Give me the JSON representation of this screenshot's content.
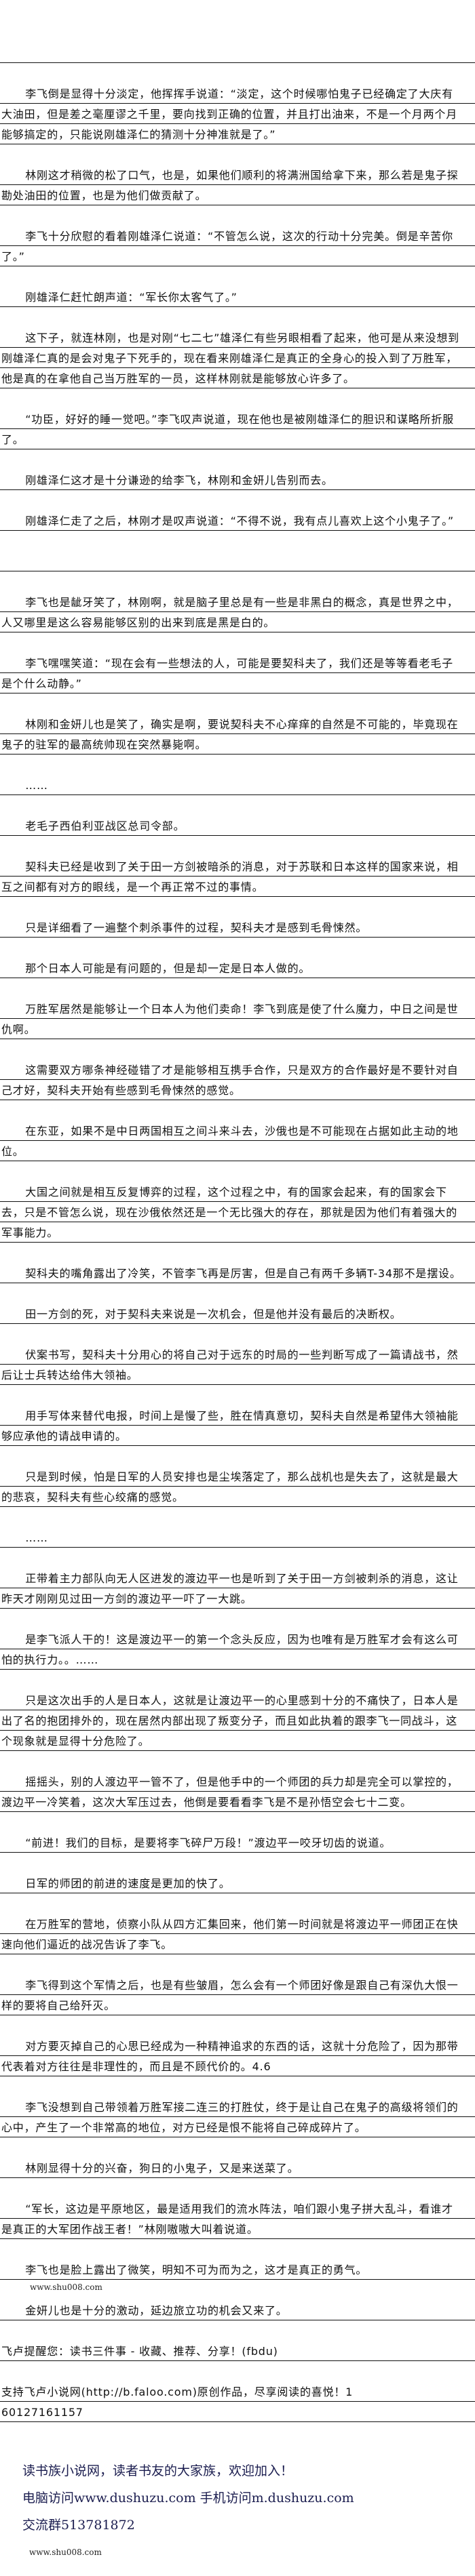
{
  "paragraphs": [
    "李飞倒是显得十分淡定，他挥挥手说道：“淡定，这个时候哪怕鬼子已经确定了大庆有大油田，但是差之毫厘谬之千里，要向找到正确的位置，并且打出油来，不是一个月两个月能够搞定的，只能说刚雄泽仁的猜测十分神准就是了。”",
    "林刚这才稍微的松了口气，也是，如果他们顺利的将满洲国给拿下来，那么若是鬼子探勘处油田的位置，也是为他们做贡献了。",
    "李飞十分欣慰的看着刚雄泽仁说道：“不管怎么说，这次的行动十分完美。倒是辛苦你了。”",
    "刚雄泽仁赶忙朗声道：“军长你太客气了。”",
    "这下子，就连林刚，也是对刚“七二七”雄泽仁有些另眼相看了起来，他可是从来没想到刚雄泽仁真的是会对鬼子下死手的，现在看来刚雄泽仁是真正的全身心的投入到了万胜军，他是真的在拿他自己当万胜军的一员，这样林刚就是能够放心许多了。",
    "“功臣，好好的睡一觉吧。”李飞叹声说道，现在他也是被刚雄泽仁的胆识和谋略所折服了。",
    "刚雄泽仁这才是十分谦逊的给李飞，林刚和金妍儿告别而去。",
    "刚雄泽仁走了之后，林刚才是叹声说道：“不得不说，我有点儿喜欢上这个小鬼子了。”",
    "",
    "李飞也是龇牙笑了，林刚啊，就是脑子里总是有一些是非黑白的概念，真是世界之中，人又哪里是这么容易能够区别的出来到底是黑是白的。",
    "李飞嘿嘿笑道：“现在会有一些想法的人，可能是要契科夫了，我们还是等等看老毛子是个什么动静。”",
    "林刚和金妍儿也是笑了，确实是啊，要说契科夫不心痒痒的自然是不可能的，毕竟现在鬼子的驻军的最高统帅现在突然暴毙啊。",
    "……",
    "老毛子西伯利亚战区总司令部。",
    "契科夫已经是收到了关于田一方剑被暗杀的消息，对于苏联和日本这样的国家来说，相互之间都有对方的眼线，是一个再正常不过的事情。",
    "只是详细看了一遍整个刺杀事件的过程，契科夫才是感到毛骨悚然。",
    "那个日本人可能是有问题的，但是却一定是日本人做的。",
    "万胜军居然是能够让一个日本人为他们卖命！李飞到底是使了什么魔力，中日之间是世仇啊。",
    "这需要双方哪条神经碰错了才是能够相互携手合作，只是双方的合作最好是不要针对自己才好，契科夫开始有些感到毛骨悚然的感觉。",
    "在东亚，如果不是中日两国相互之间斗来斗去，沙俄也是不可能现在占据如此主动的地位。",
    "大国之间就是相互反复博弈的过程，这个过程之中，有的国家会起来，有的国家会下去，只是不管怎么说，现在沙俄依然还是一个无比强大的存在，那就是因为他们有着强大的军事能力。",
    "契科夫的嘴角露出了冷笑，不管李飞再是厉害，但是自己有两千多辆T-34那不是摆设。",
    "田一方剑的死，对于契科夫来说是一次机会，但是他并没有最后的决断权。",
    "伏案书写，契科夫十分用心的将自己对于远东的时局的一些判断写成了一篇请战书，然后让士兵转达给伟大领袖。",
    "用手写体来替代电报，时间上是慢了些，胜在情真意切，契科夫自然是希望伟大领袖能够应承他的请战申请的。",
    "只是到时候，怕是日军的人员安排也是尘埃落定了，那么战机也是失去了，这就是最大的悲哀，契科夫有些心绞痛的感觉。",
    "……",
    "正带着主力部队向无人区进发的渡边平一也是听到了关于田一方剑被刺杀的消息，这让昨天才刚刚见过田一方剑的渡边平一吓了一大跳。",
    "是李飞派人干的！这是渡边平一的第一个念头反应，因为也唯有是万胜军才会有这么可怕的执行力。。……",
    "只是这次出手的人是日本人，这就是让渡边平一的心里感到十分的不痛快了，日本人是出了名的抱团排外的，现在居然内部出现了叛变分子，而且如此执着的跟李飞一同战斗，这个现象就是显得十分危险了。",
    "摇摇头，别的人渡边平一管不了，但是他手中的一个师团的兵力却是完全可以掌控的，渡边平一冷笑着，这次大军压过去，他倒是要看看李飞是不是孙悟空会七十二变。",
    "“前进！我们的目标，是要将李飞碎尸万段！”渡边平一咬牙切齿的说道。",
    "日军的师团的前进的速度是更加的快了。",
    "在万胜军的营地，侦察小队从四方汇集回来，他们第一时间就是将渡边平一师团正在快速向他们逼近的战况告诉了李飞。",
    "李飞得到这个军情之后，也是有些皱眉，怎么会有一个师团好像是跟自己有深仇大恨一样的要将自己给歼灭。",
    "对方要灭掉自己的心思已经成为一种精神追求的东西的话，这就十分危险了，因为那带代表着对方往往是非理性的，而且是不顾代价的。4.6",
    "李飞没想到自己带领着万胜军接二连三的打胜仗，终于是让自己在鬼子的高级将领们的心中，产生了一个非常高的地位，对方已经是恨不能将自己碎成碎片了。",
    "林刚显得十分的兴奋，狗日的小鬼子，又是来送菜了。",
    "“军长，这边是平原地区，最是适用我们的流水阵法，咱们跟小鬼子拼大乱斗，看谁才是真正的大军团作战王者！”林刚嗷嗷大叫着说道。",
    "李飞也是脸上露出了微笑，明知不可为而为之，这才是真正的勇气。"
  ],
  "inline_watermark": "www.shu008.com",
  "last_paragraph": "金妍儿也是十分的激动，延边旅立功的机会又来了。",
  "faloo_reminder": "飞卢提醒您：读书三件事 - 收藏、推荐、分享！(fbdu)",
  "faloo_support": "支持飞卢小说网(http://b.faloo.com)原创作品，尽享阅读的喜悦！1",
  "faloo_code": "60127161157",
  "footer": {
    "slogan": "读书族小说网，读者书友的大家族，欢迎加入！",
    "access": "电脑访问www.dushuzu.com 手机访问m.dushuzu.com",
    "group": "交流群513781872",
    "watermark": "www.shu008.com"
  }
}
